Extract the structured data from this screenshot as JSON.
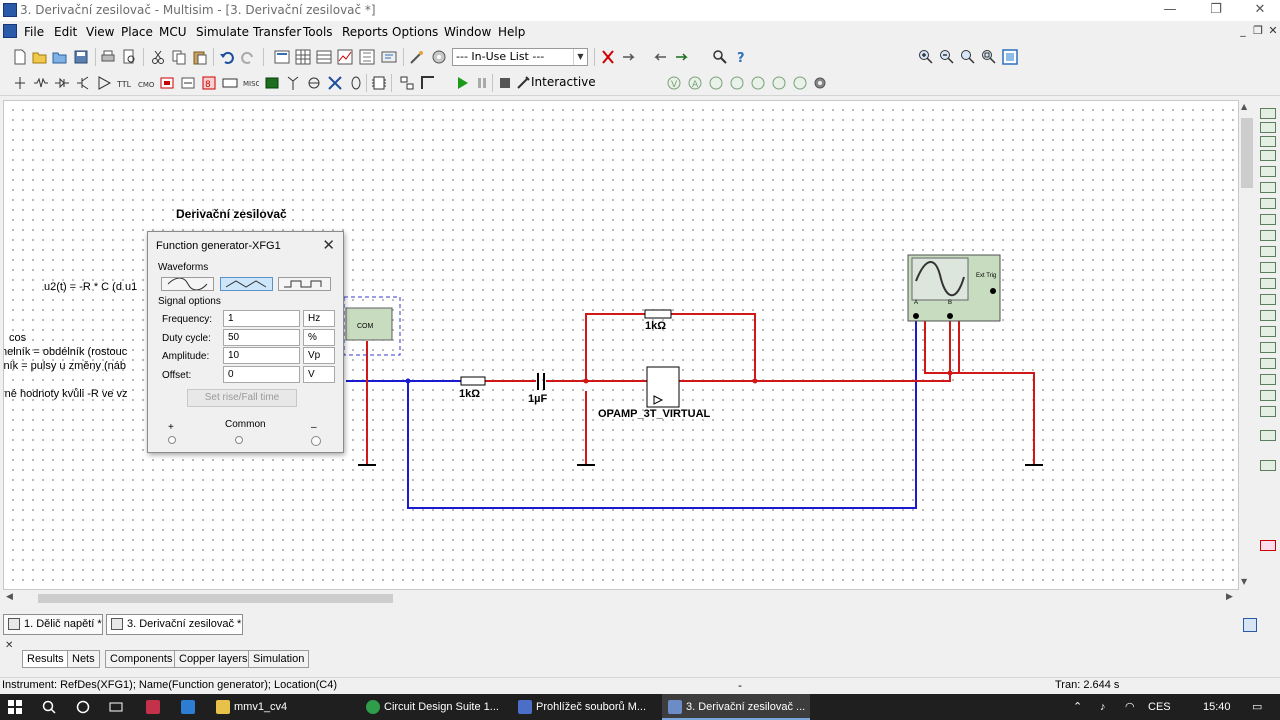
{
  "window": {
    "title": "3. Derivační zesilovač - Multisim - [3. Derivační zesilovač *]"
  },
  "menu": [
    "File",
    "Edit",
    "View",
    "Place",
    "MCU",
    "Simulate",
    "Transfer",
    "Tools",
    "Reports",
    "Options",
    "Window",
    "Help"
  ],
  "toolbar": {
    "in_use_list": "--- In-Use List ---",
    "interactive_label": "Interactive"
  },
  "schematic": {
    "heading": "Derivační zesilovač",
    "formula": "u2(t) = -R * C (d u1",
    "note_cos": "cos",
    "note_line1": "helník = obdélník (rostouc",
    "note_line2": "lník = pulsy u změny (náb",
    "note_line3": "rné hodnoty kvůli -R ve vz",
    "resistor_top": "1kΩ",
    "resistor_in": "1kΩ",
    "capacitor": "1µF",
    "opamp": "OPAMP_3T_VIRTUAL",
    "generator_pin_label": "COM",
    "scope_ext_trig": "Ext Trig",
    "scope_a": "A",
    "scope_b": "B"
  },
  "function_generator": {
    "title": "Function generator-XFG1",
    "waveforms_label": "Waveforms",
    "selected_waveform": "triangle",
    "signal_options_label": "Signal options",
    "rows": [
      {
        "label": "Frequency:",
        "value": "1",
        "unit": "Hz"
      },
      {
        "label": "Duty cycle:",
        "value": "50",
        "unit": "%"
      },
      {
        "label": "Amplitude:",
        "value": "10",
        "unit": "Vp"
      },
      {
        "label": "Offset:",
        "value": "0",
        "unit": "V"
      }
    ],
    "set_rise_fall": "Set rise/Fall time",
    "plus": "+",
    "common": "Common",
    "minus": "–"
  },
  "doc_tabs": [
    "1. Dělič napětí *",
    "3. Derivační zesilovač *"
  ],
  "result_tabs": [
    "Results",
    "Nets",
    "Components",
    "Copper layers",
    "Simulation"
  ],
  "status": {
    "text": "Instrument: RefDes(XFG1); Name(Function generator); Location(C4)",
    "dash": "-",
    "tran": "Tran: 2.644 s"
  },
  "taskbar": {
    "items": [
      "mmv1_cv4",
      "Circuit Design Suite 1...",
      "Prohlížeč souborů M...",
      "3. Derivační zesilovač ..."
    ],
    "lang": "CES",
    "time": "15:40"
  },
  "colors": {
    "wire_red": "#d01818",
    "wire_blue": "#1a1ad0",
    "instrument_green": "#c8dcc0"
  }
}
